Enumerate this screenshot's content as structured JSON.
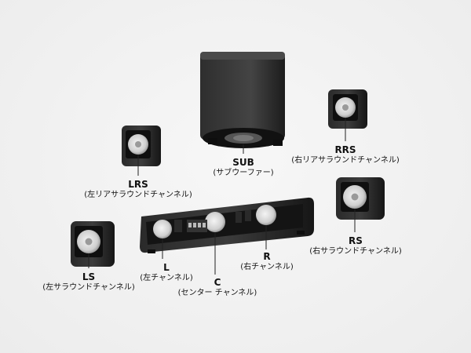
{
  "speakers": [
    {
      "id": "SUB",
      "code": "SUB",
      "desc": "(サブウーファー)"
    },
    {
      "id": "RRS",
      "code": "RRS",
      "desc": "(右リアサラウンドチャンネル)"
    },
    {
      "id": "LRS",
      "code": "LRS",
      "desc": "(左リアサラウンドチャンネル)"
    },
    {
      "id": "RS",
      "code": "RS",
      "desc": "(右サラウンドチャンネル)"
    },
    {
      "id": "LS",
      "code": "LS",
      "desc": "(左サラウンドチャンネル)"
    },
    {
      "id": "L",
      "code": "L",
      "desc": "(左チャンネル)"
    },
    {
      "id": "C",
      "code": "C",
      "desc": "(センター チャンネル)"
    },
    {
      "id": "R",
      "code": "R",
      "desc": "(右チャンネル)"
    }
  ],
  "colors": {
    "background": "#f2f2f2",
    "speaker_body": "#1e1e1e",
    "speaker_highlight": "#3a3a3a",
    "driver_cone": "#d9d9d9",
    "text": "#111111"
  }
}
